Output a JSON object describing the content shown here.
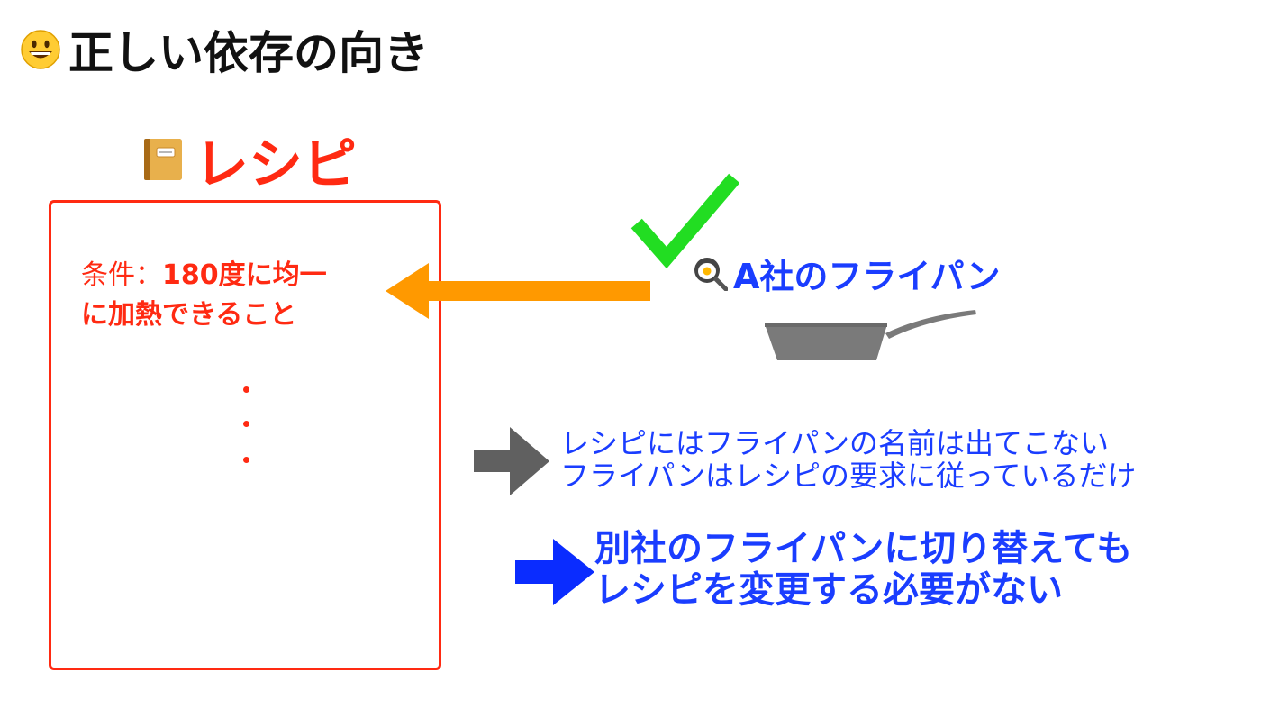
{
  "title": "正しい依存の向き",
  "recipe": {
    "title": "レシピ",
    "condition_prefix": "条件：",
    "condition_line1_bold": "180度に均一",
    "condition_line2_bold": "に加熱できること"
  },
  "pan": {
    "label": "A社のフライパン"
  },
  "statement": {
    "line1": "レシピにはフライパンの名前は出てこない",
    "line2": "フライパンはレシピの要求に従っているだけ"
  },
  "conclusion": {
    "line1": "別社のフライパンに切り替えても",
    "line2": "レシピを変更する必要がない"
  },
  "colors": {
    "recipe_red": "#ff2a12",
    "arrow_orange": "#ff9900",
    "check_green": "#22dd22",
    "blue_text": "#1a3dff",
    "gray_arrow": "#606060",
    "blue_arrow": "#0a2cff",
    "pan_gray": "#7a7a7a"
  },
  "icons": {
    "title_icon": "smiley-face-icon",
    "recipe_icon": "notebook-icon",
    "pan_icon": "frying-pan-egg-icon",
    "check_icon": "check-mark-icon"
  }
}
